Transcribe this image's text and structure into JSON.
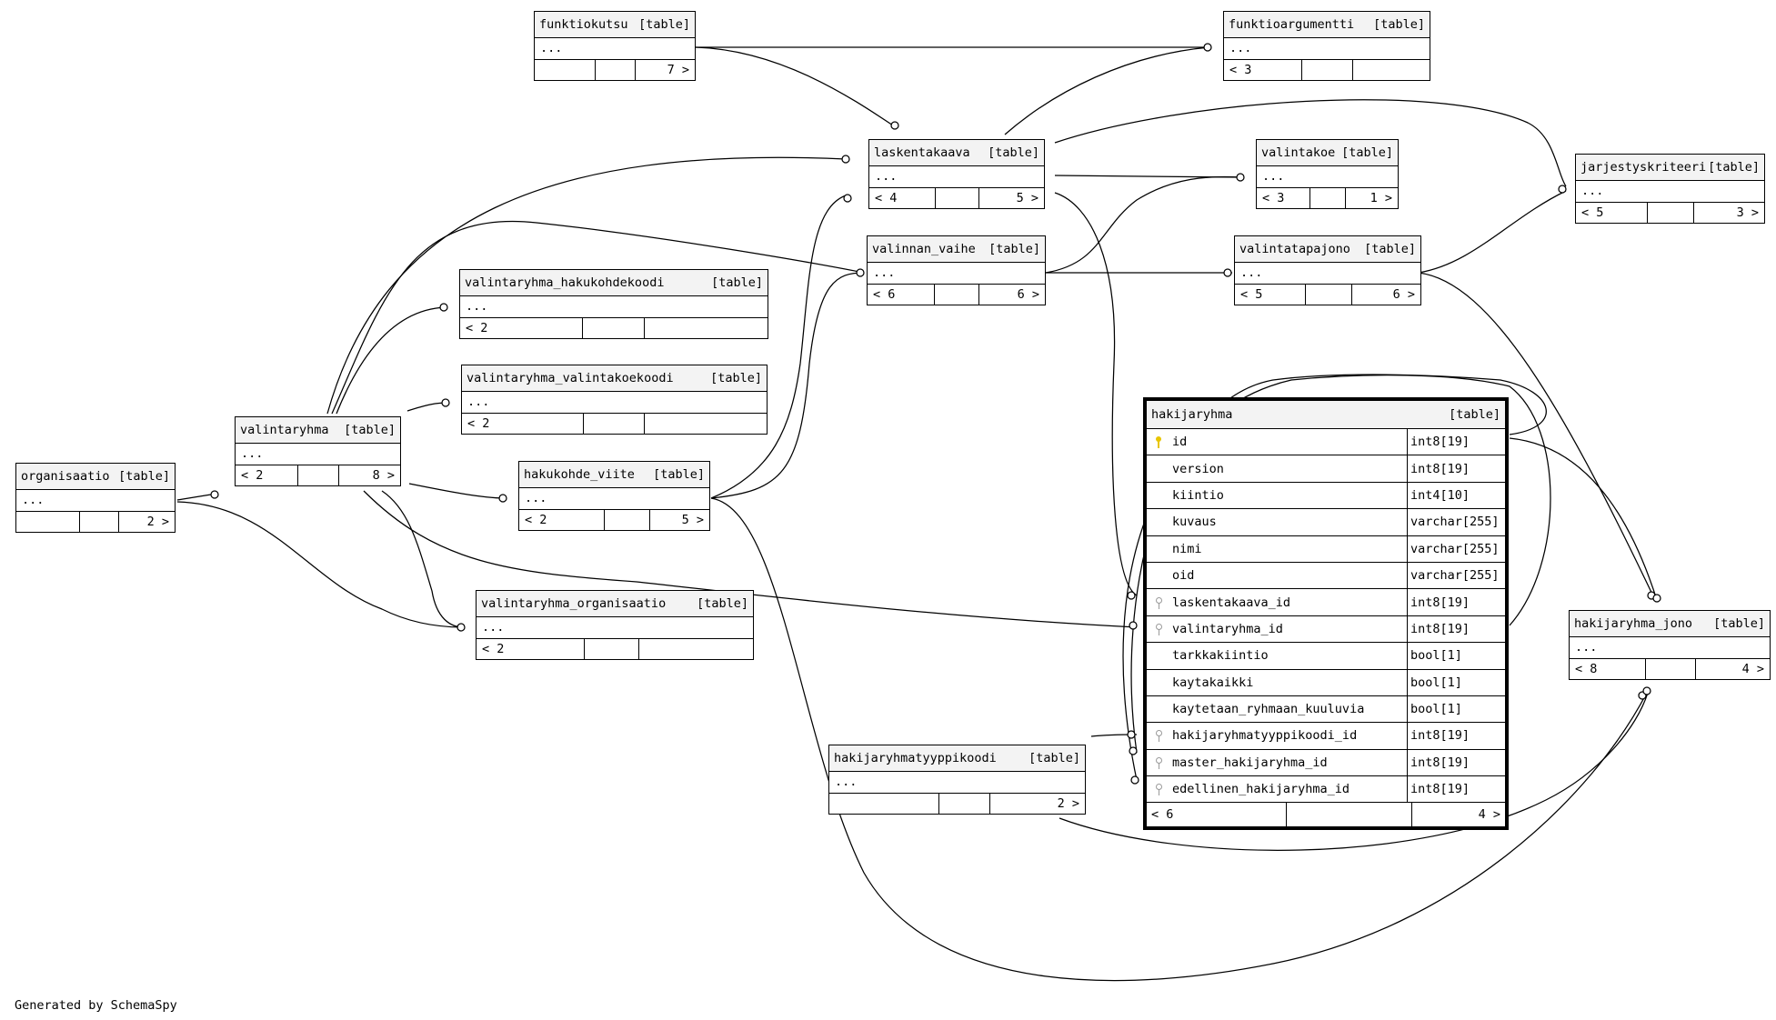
{
  "tables": {
    "funktiokutsu": {
      "name": "funktiokutsu",
      "tag": "[table]",
      "dots": "...",
      "parents": "",
      "children": "7 >"
    },
    "funktioargumentti": {
      "name": "funktioargumentti",
      "tag": "[table]",
      "dots": "...",
      "parents": "< 3",
      "children": ""
    },
    "laskentakaava": {
      "name": "laskentakaava",
      "tag": "[table]",
      "dots": "...",
      "parents": "< 4",
      "children": "5 >"
    },
    "valintakoe": {
      "name": "valintakoe",
      "tag": "[table]",
      "dots": "...",
      "parents": "< 3",
      "children": "1 >"
    },
    "jarjestyskriteeri": {
      "name": "jarjestyskriteeri",
      "tag": "[table]",
      "dots": "...",
      "parents": "< 5",
      "children": "3 >"
    },
    "valinnan_vaihe": {
      "name": "valinnan_vaihe",
      "tag": "[table]",
      "dots": "...",
      "parents": "< 6",
      "children": "6 >"
    },
    "valintatapajono": {
      "name": "valintatapajono",
      "tag": "[table]",
      "dots": "...",
      "parents": "< 5",
      "children": "6 >"
    },
    "valintaryhma_hakukohdekoodi": {
      "name": "valintaryhma_hakukohdekoodi",
      "tag": "[table]",
      "dots": "...",
      "parents": "< 2",
      "children": ""
    },
    "valintaryhma_valintakoekoodi": {
      "name": "valintaryhma_valintakoekoodi",
      "tag": "[table]",
      "dots": "...",
      "parents": "< 2",
      "children": ""
    },
    "valintaryhma": {
      "name": "valintaryhma",
      "tag": "[table]",
      "dots": "...",
      "parents": "< 2",
      "children": "8 >"
    },
    "organisaatio": {
      "name": "organisaatio",
      "tag": "[table]",
      "dots": "...",
      "parents": "",
      "children": "2 >"
    },
    "hakukohde_viite": {
      "name": "hakukohde_viite",
      "tag": "[table]",
      "dots": "...",
      "parents": "< 2",
      "children": "5 >"
    },
    "valintaryhma_organisaatio": {
      "name": "valintaryhma_organisaatio",
      "tag": "[table]",
      "dots": "...",
      "parents": "< 2",
      "children": ""
    },
    "hakijaryhmatyyppikoodi": {
      "name": "hakijaryhmatyyppikoodi",
      "tag": "[table]",
      "dots": "...",
      "parents": "",
      "children": "2 >"
    },
    "hakijaryhma_jono": {
      "name": "hakijaryhma_jono",
      "tag": "[table]",
      "dots": "...",
      "parents": "< 8",
      "children": "4 >"
    }
  },
  "hakijaryhma": {
    "name": "hakijaryhma",
    "tag": "[table]",
    "columns": [
      {
        "name": "id",
        "type": "int8[19]",
        "key": "pk"
      },
      {
        "name": "version",
        "type": "int8[19]",
        "key": ""
      },
      {
        "name": "kiintio",
        "type": "int4[10]",
        "key": ""
      },
      {
        "name": "kuvaus",
        "type": "varchar[255]",
        "key": ""
      },
      {
        "name": "nimi",
        "type": "varchar[255]",
        "key": ""
      },
      {
        "name": "oid",
        "type": "varchar[255]",
        "key": ""
      },
      {
        "name": "laskentakaava_id",
        "type": "int8[19]",
        "key": "fk"
      },
      {
        "name": "valintaryhma_id",
        "type": "int8[19]",
        "key": "fk"
      },
      {
        "name": "tarkkakiintio",
        "type": "bool[1]",
        "key": ""
      },
      {
        "name": "kaytakaikki",
        "type": "bool[1]",
        "key": ""
      },
      {
        "name": "kaytetaan_ryhmaan_kuuluvia",
        "type": "bool[1]",
        "key": ""
      },
      {
        "name": "hakijaryhmatyyppikoodi_id",
        "type": "int8[19]",
        "key": "fk"
      },
      {
        "name": "master_hakijaryhma_id",
        "type": "int8[19]",
        "key": "fk"
      },
      {
        "name": "edellinen_hakijaryhma_id",
        "type": "int8[19]",
        "key": "fk"
      }
    ],
    "parents": "< 6",
    "children": "4 >"
  },
  "footer": "Generated by SchemaSpy"
}
